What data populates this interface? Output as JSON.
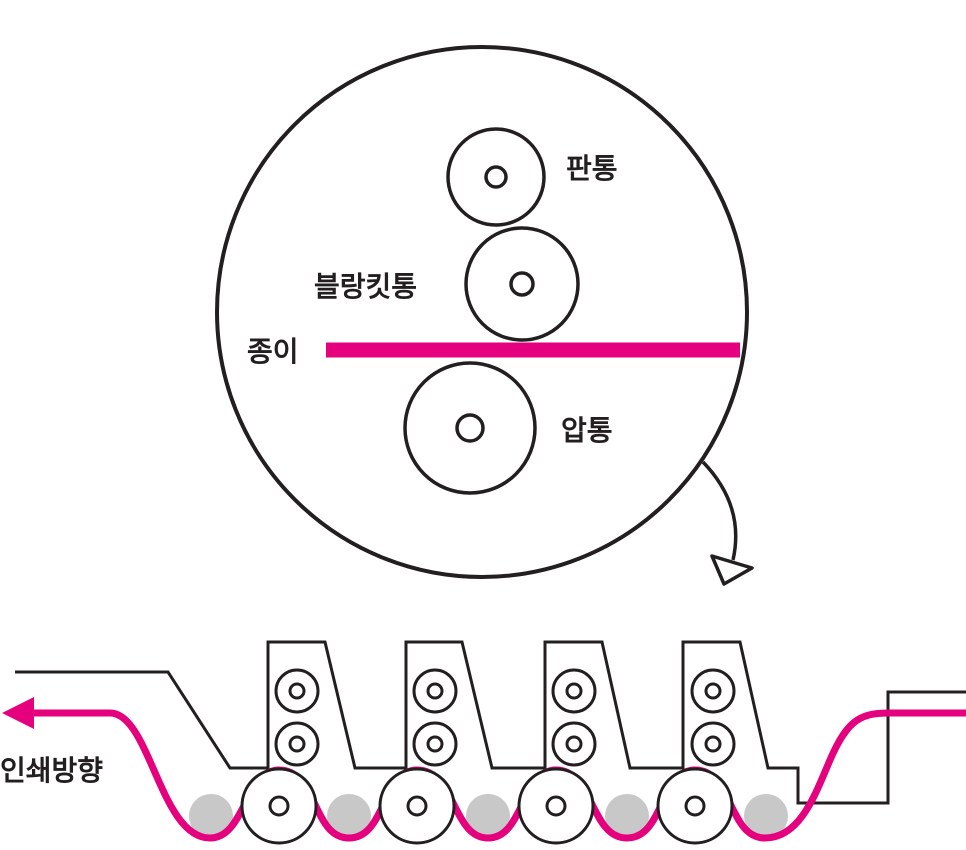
{
  "labels": {
    "plate_cylinder": "판통",
    "blanket_cylinder": "블랑킷통",
    "paper": "종이",
    "impression_cylinder": "압통",
    "print_direction": "인쇄방향"
  },
  "colors": {
    "line": "#231f20",
    "paper": "#e5007e",
    "transfer_roller": "#c8c8c8",
    "background": "#ffffff"
  },
  "units": [
    {
      "id": "unit-1"
    },
    {
      "id": "unit-2"
    },
    {
      "id": "unit-3"
    },
    {
      "id": "unit-4"
    }
  ]
}
